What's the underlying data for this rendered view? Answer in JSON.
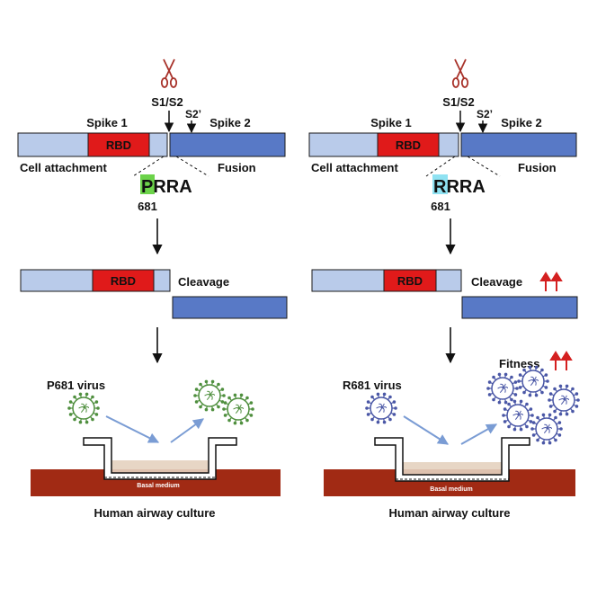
{
  "colors": {
    "s1": "#b9cbea",
    "rbd": "#e01a1a",
    "s2": "#5879c6",
    "outline": "#1a1a1a",
    "scissors": "#a8322a",
    "p_highlight": "#6cd34a",
    "r_highlight": "#8fe2f2",
    "flow_arrow": "#7a9cd4",
    "up_arrow": "#d42020",
    "medium": "#a12a14",
    "cells": "#e4d2bf",
    "p681_virus": "#4f8f3e",
    "r681_virus": "#4a57a6"
  },
  "icons": [
    "scissors-icon",
    "p681-virus-icon",
    "r681-virus-icon",
    "up-arrow-icon"
  ],
  "left": {
    "site_s1s2": "S1/S2",
    "site_s2prime": "S2’",
    "spike1": "Spike 1",
    "spike2": "Spike 2",
    "rbd": "RBD",
    "cell_attachment": "Cell attachment",
    "fusion": "Fusion",
    "motif_first": "P",
    "motif_rest": "RRA",
    "position": "681",
    "rbd2": "RBD",
    "cleavage": "Cleavage",
    "virus_label": "P681 virus",
    "medium_label": "Basal medium",
    "culture": "Human airway culture"
  },
  "right": {
    "site_s1s2": "S1/S2",
    "site_s2prime": "S2’",
    "spike1": "Spike 1",
    "spike2": "Spike 2",
    "rbd": "RBD",
    "cell_attachment": "Cell attachment",
    "fusion": "Fusion",
    "motif_first": "R",
    "motif_rest": "RRA",
    "position": "681",
    "rbd2": "RBD",
    "cleavage": "Cleavage",
    "fitness": "Fitness",
    "virus_label": "R681 virus",
    "medium_label": "Basal medium",
    "culture": "Human airway culture"
  }
}
